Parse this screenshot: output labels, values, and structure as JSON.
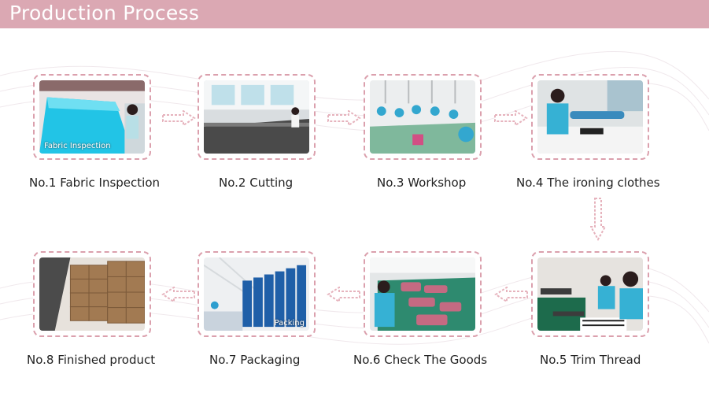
{
  "header": {
    "title": "Production Process"
  },
  "steps": [
    {
      "caption": "No.1  Fabric Inspection",
      "overlay": "Fabric Inspection"
    },
    {
      "caption": "No.2  Cutting"
    },
    {
      "caption": "No.3  Workshop"
    },
    {
      "caption": "No.4  The ironing clothes"
    },
    {
      "caption": "No.5  Trim Thread"
    },
    {
      "caption": "No.6  Check The Goods"
    },
    {
      "caption": "No.7  Packaging",
      "overlay": "Packing"
    },
    {
      "caption": "No.8 Finished product"
    }
  ],
  "colors": {
    "accent": "#dba8b3",
    "frame": "#dba0ad",
    "arrow": "#e6b3bd"
  }
}
